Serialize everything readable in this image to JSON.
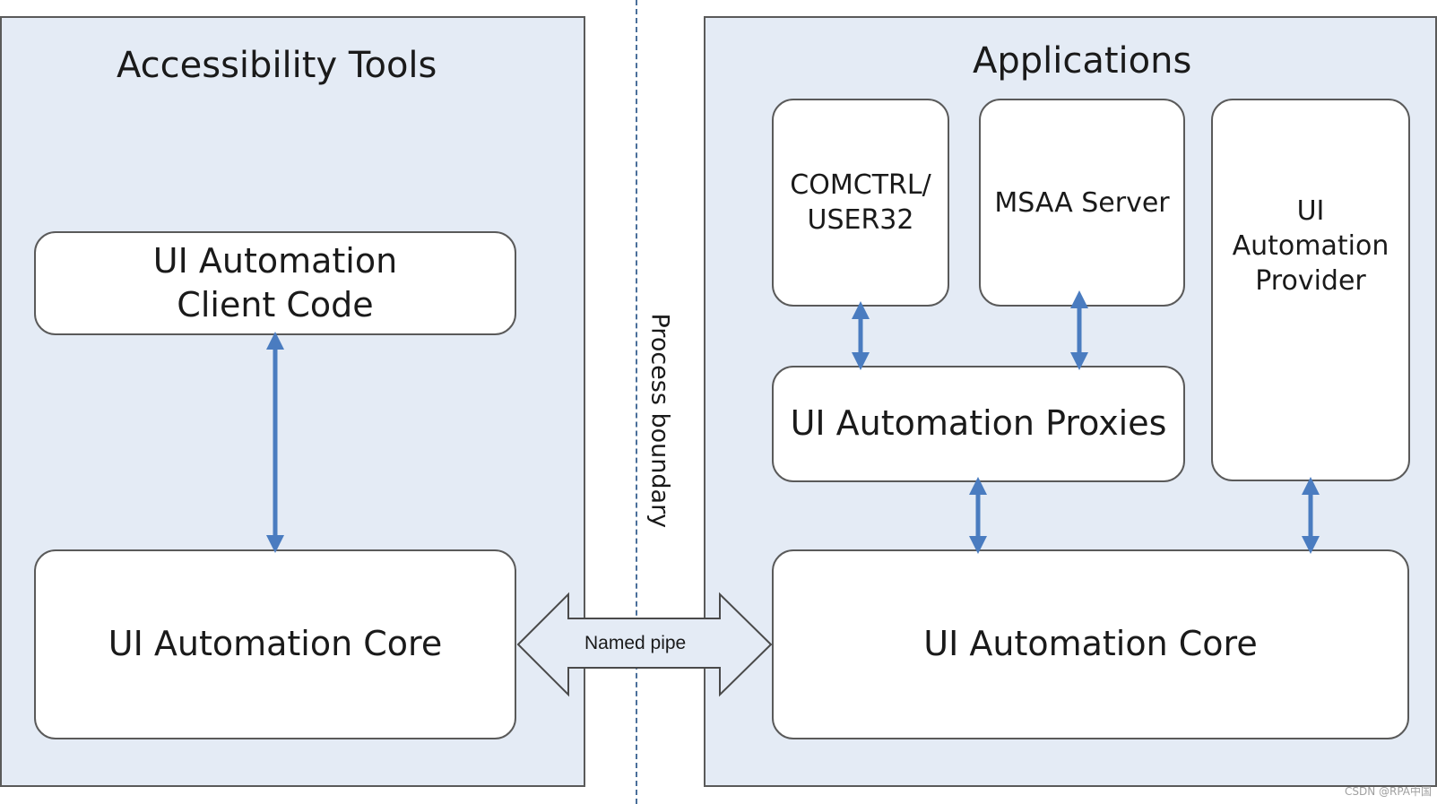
{
  "left_panel": {
    "title": "Accessibility Tools",
    "client_code_line1": "UI Automation",
    "client_code_line2": "Client Code",
    "core": "UI Automation Core"
  },
  "boundary": {
    "label": "Process boundary",
    "pipe_label": "Named pipe"
  },
  "right_panel": {
    "title": "Applications",
    "comctrl_line1": "COMCTRL/",
    "comctrl_line2": "USER32",
    "msaa": "MSAA Server",
    "provider_line1": "UI",
    "provider_line2": "Automation",
    "provider_line3": "Provider",
    "proxies": "UI Automation Proxies",
    "core": "UI Automation Core"
  },
  "watermark": "CSDN @RPA中国",
  "colors": {
    "panel_fill": "#e4ebf5",
    "arrow": "#4a7cc0",
    "border": "#5a5a5a"
  }
}
